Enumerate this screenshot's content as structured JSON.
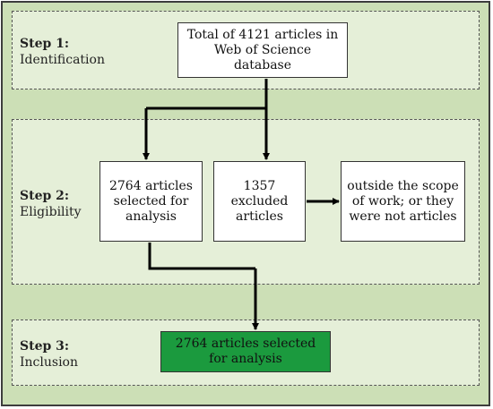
{
  "steps": {
    "identification": {
      "heading": "Step 1:",
      "label": "Identification"
    },
    "eligibility": {
      "heading": "Step 2:",
      "label": "Eligibility"
    },
    "inclusion": {
      "heading": "Step 3:",
      "label": "Inclusion"
    }
  },
  "boxes": {
    "total": "Total of 4121 articles in Web of Science database",
    "selected": "2764 articles selected for analysis",
    "excluded": "1357 excluded articles",
    "reason": "outside the scope of work; or they were not articles",
    "final": "2764 articles selected for analysis"
  },
  "colors": {
    "outer_background": "#ccdfb6",
    "panel_background": "#e5efd8",
    "final_box": "#1b9a3e"
  }
}
